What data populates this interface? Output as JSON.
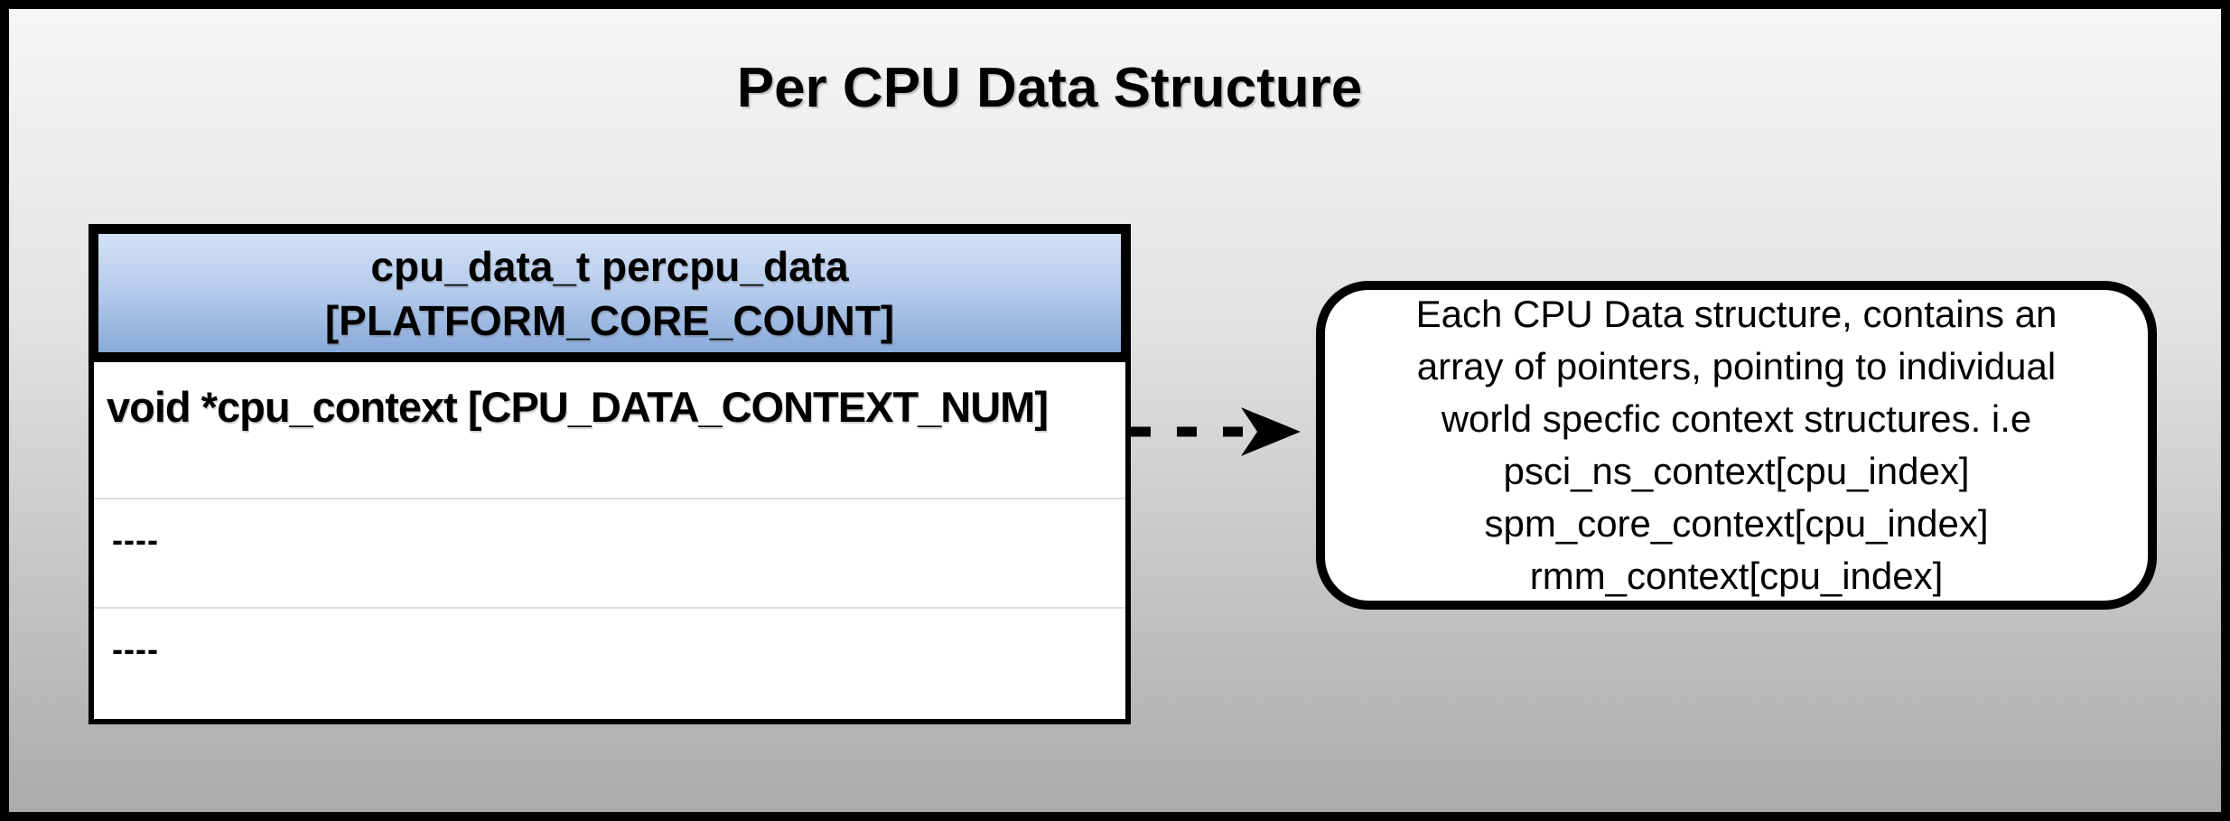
{
  "title": "Per CPU Data Structure",
  "table": {
    "header": {
      "line1": "cpu_data_t percpu_data",
      "line2": "[PLATFORM_CORE_COUNT]"
    },
    "rows": [
      {
        "text": "void *cpu_context [CPU_DATA_CONTEXT_NUM]"
      },
      {
        "text": "----"
      },
      {
        "text": "----"
      }
    ]
  },
  "arrow": {
    "type": "dashed-right-arrow"
  },
  "note": {
    "lines": [
      "Each CPU Data structure, contains an",
      "array of pointers, pointing to individual",
      "world specfic context structures. i.e",
      "psci_ns_context[cpu_index]",
      "spm_core_context[cpu_index]",
      "rmm_context[cpu_index]"
    ]
  },
  "colors": {
    "frame_border": "#000000",
    "background_top": "#f6f6f6",
    "background_bottom": "#ababab",
    "header_gradient_top": "#d3e1f5",
    "header_gradient_bottom": "#89aad9",
    "table_background": "#ffffff",
    "row_divider": "#dcdcdc",
    "text": "#000000"
  }
}
